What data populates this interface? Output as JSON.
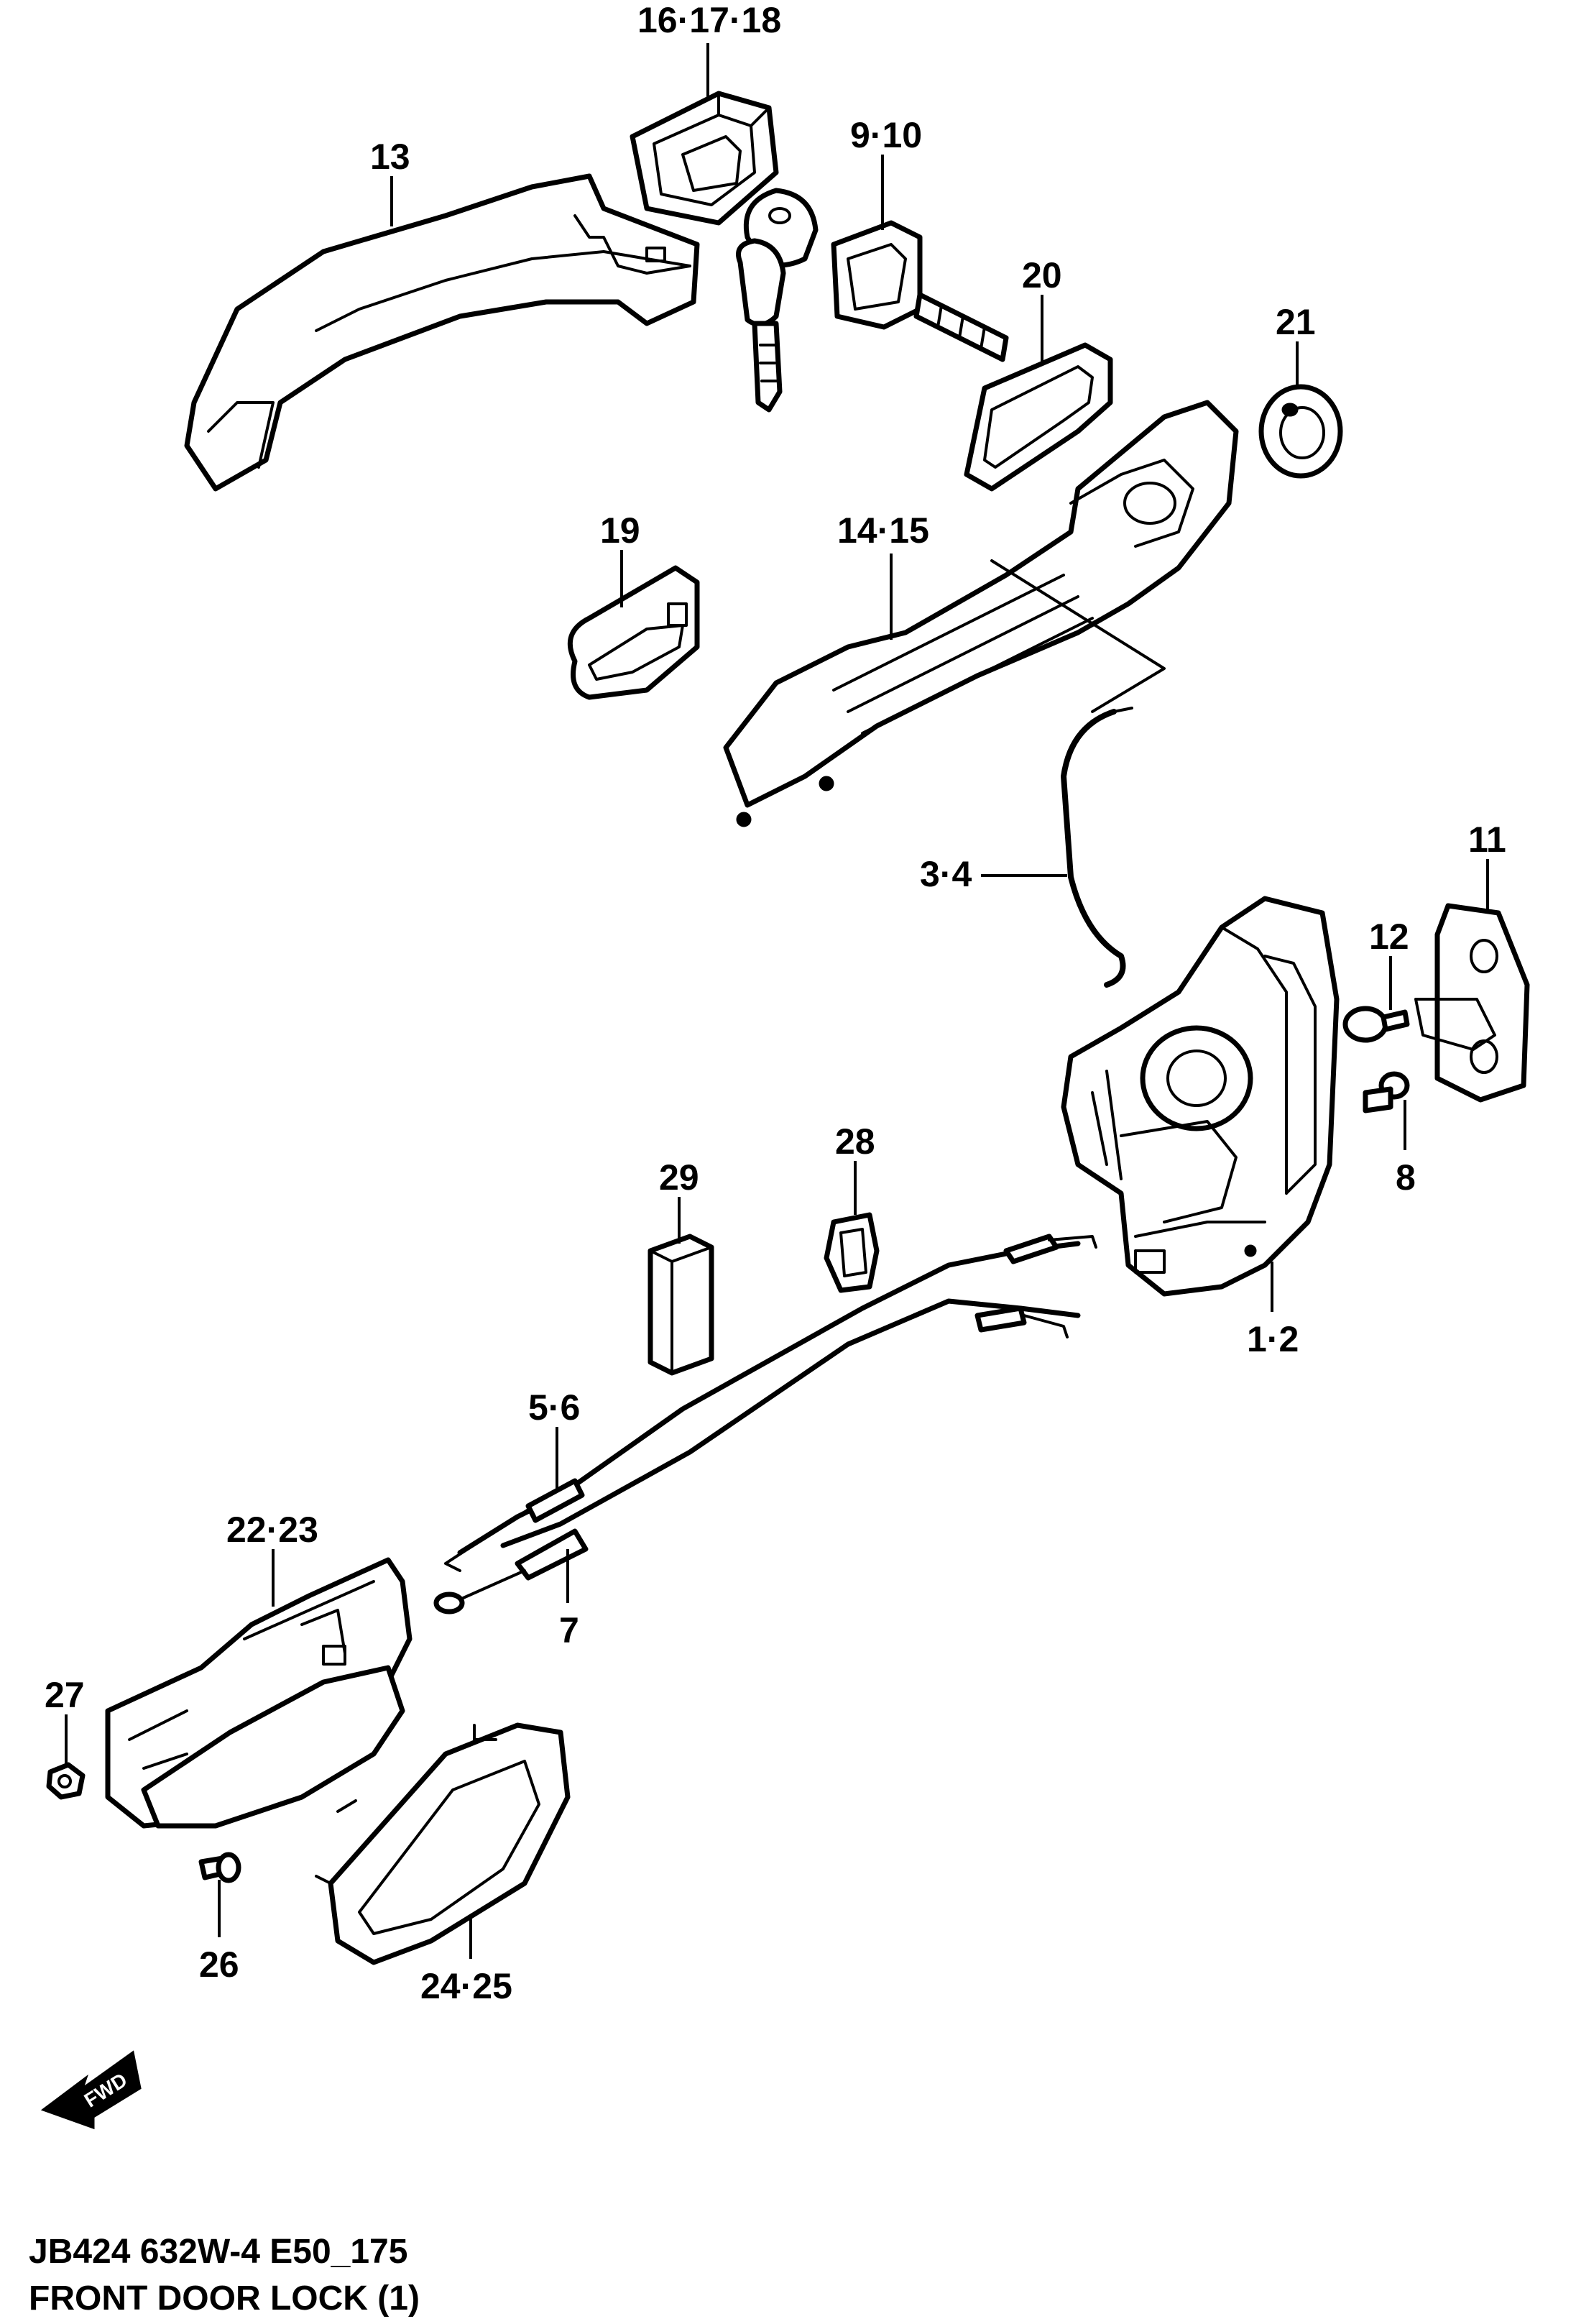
{
  "labels": {
    "l_16_17_18": "16·17·18",
    "l_13": "13",
    "l_9_10": "9·10",
    "l_20": "20",
    "l_21": "21",
    "l_19": "19",
    "l_14_15": "14·15",
    "l_3_4": "3·4",
    "l_11": "11",
    "l_12": "12",
    "l_8": "8",
    "l_28": "28",
    "l_29": "29",
    "l_1_2": "1·2",
    "l_5_6": "5·6",
    "l_22_23": "22·23",
    "l_7": "7",
    "l_27": "27",
    "l_26": "26",
    "l_24_25": "24·25"
  },
  "fwd": "FWD",
  "footer": {
    "code": "JB424 632W-4 E50_175",
    "title": "FRONT DOOR LOCK (1)"
  }
}
